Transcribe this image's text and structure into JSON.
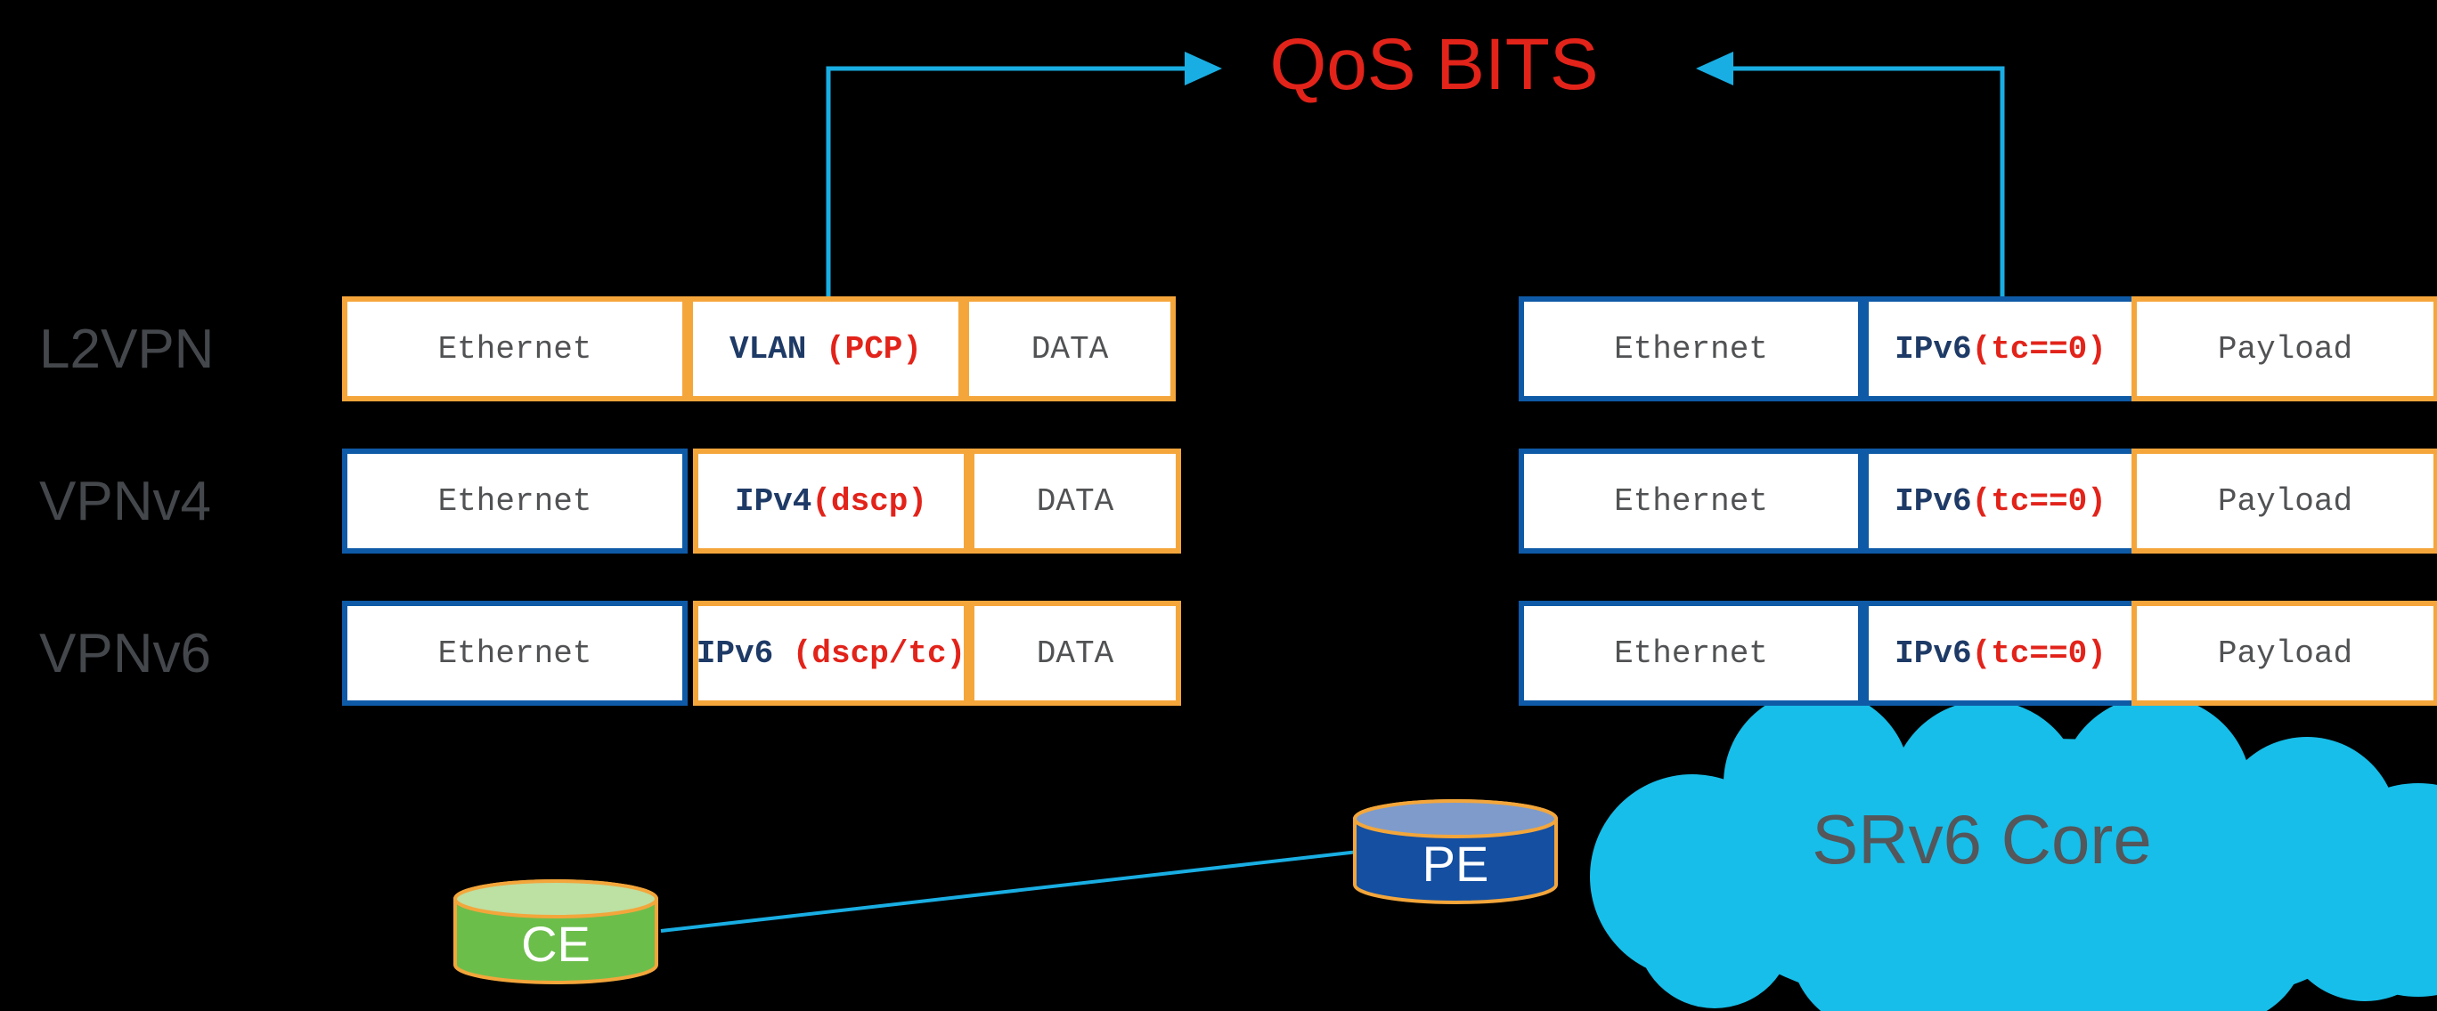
{
  "title": {
    "text": "QoS BITS"
  },
  "left": {
    "rows": [
      {
        "label": "L2VPN",
        "fields": [
          {
            "text": "Ethernet",
            "border": "orange"
          },
          {
            "name": "VLAN",
            "qualifier": " (PCP)",
            "border": "orange"
          },
          {
            "text": "DATA",
            "border": "orange"
          }
        ]
      },
      {
        "label": "VPNv4",
        "fields": [
          {
            "text": "Ethernet",
            "border": "blue"
          },
          {
            "name": "IPv4",
            "qualifier": "(dscp)",
            "border": "orange"
          },
          {
            "text": "DATA",
            "border": "orange"
          }
        ]
      },
      {
        "label": "VPNv6",
        "fields": [
          {
            "text": "Ethernet",
            "border": "blue"
          },
          {
            "name": "IPv6",
            "qualifier": " (dscp/tc)",
            "border": "orange"
          },
          {
            "text": "DATA",
            "border": "orange"
          }
        ]
      }
    ]
  },
  "right": {
    "rows": [
      {
        "fields": [
          {
            "text": "Ethernet",
            "border": "blue"
          },
          {
            "name": "IPv6",
            "qualifier": "(tc==0)",
            "border": "blue"
          },
          {
            "text": "Payload",
            "border": "orange"
          }
        ]
      },
      {
        "fields": [
          {
            "text": "Ethernet",
            "border": "blue"
          },
          {
            "name": "IPv6",
            "qualifier": "(tc==0)",
            "border": "blue"
          },
          {
            "text": "Payload",
            "border": "orange"
          }
        ]
      },
      {
        "fields": [
          {
            "text": "Ethernet",
            "border": "blue"
          },
          {
            "name": "IPv6",
            "qualifier": "(tc==0)",
            "border": "blue"
          },
          {
            "text": "Payload",
            "border": "orange"
          }
        ]
      }
    ]
  },
  "nodes": {
    "ce": {
      "label": "CE"
    },
    "pe": {
      "label": "PE"
    },
    "core": {
      "label": "SRv6 Core"
    }
  },
  "colors": {
    "background": "#000000",
    "accent_orange": "#F5A63B",
    "accent_blue": "#0E5AA7",
    "navy_text": "#1E3A66",
    "red_text": "#E2231A",
    "gray_text": "#515254",
    "label_gray": "#44474B",
    "arrow_cyan": "#19AEE3",
    "cloud_cyan": "#17BEE9",
    "ce_green": "#6CBE4B",
    "ce_green_top": "#BDE0A3",
    "pe_blue": "#144FA1",
    "pe_blue_top": "#7E9BCB"
  }
}
